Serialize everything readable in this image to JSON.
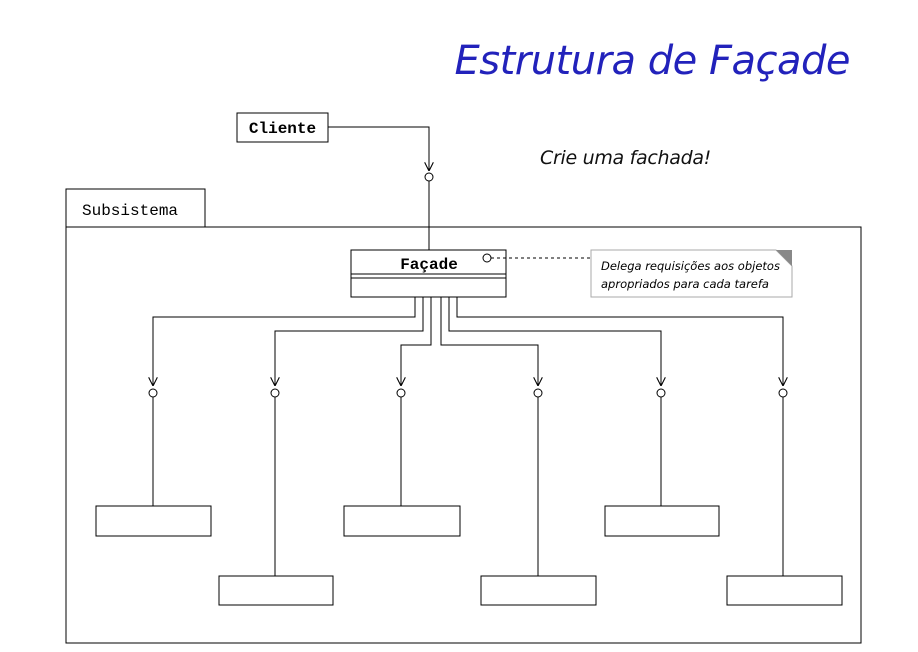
{
  "title": "Estrutura de Façade",
  "subtitle": "Crie uma fachada!",
  "diagram": {
    "client_label": "Cliente",
    "subsystem_label": "Subsistema",
    "facade_label": "Façade",
    "note_lines": [
      "Delega requisições aos objetos",
      "apropriados para cada tarefa"
    ]
  },
  "colors": {
    "title": "#2222bb",
    "lines": "#000000",
    "note_background": "#ffffff",
    "note_corner": "#888888"
  }
}
